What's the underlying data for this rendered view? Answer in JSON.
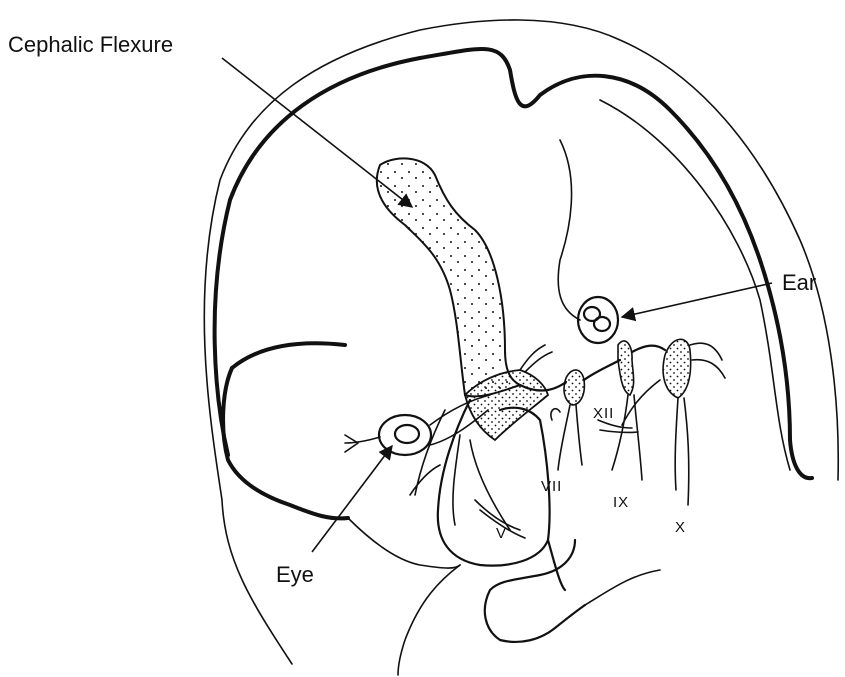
{
  "labels": {
    "cephalic_flexure": "Cephalic Flexure",
    "ear": "Ear",
    "eye": "Eye",
    "nerve_v": "V",
    "nerve_vii": "VII",
    "nerve_ix": "IX",
    "nerve_x": "X",
    "nerve_xii": "XII"
  }
}
